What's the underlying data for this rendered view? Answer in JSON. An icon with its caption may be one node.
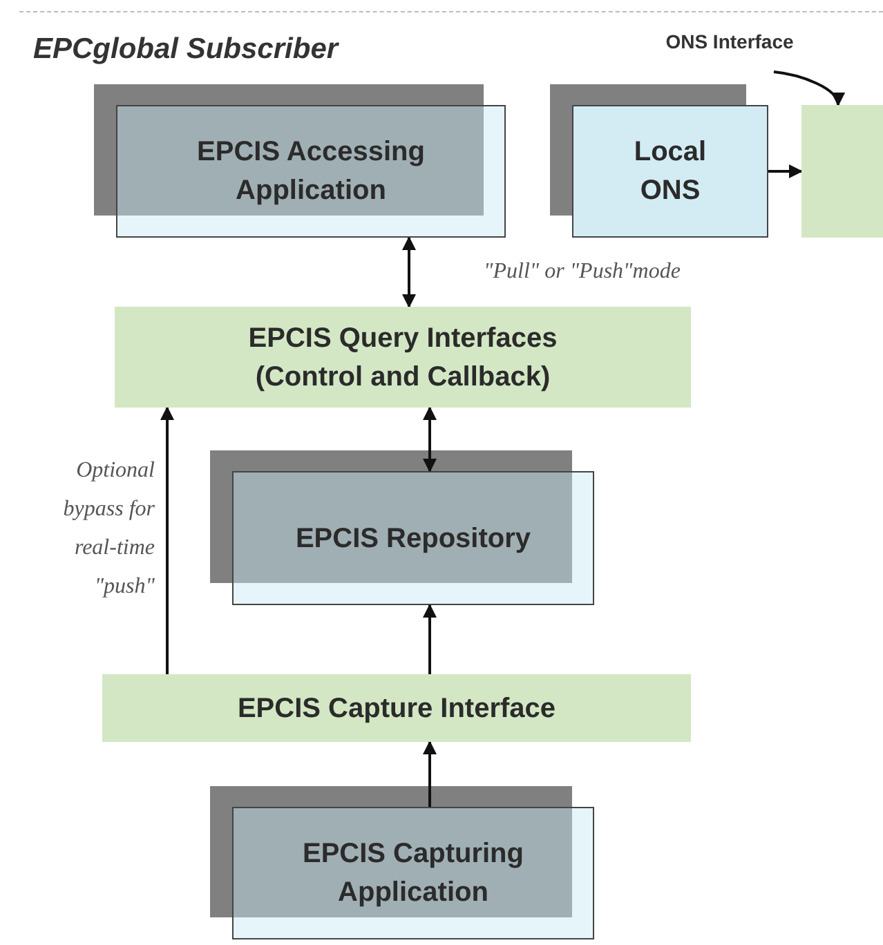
{
  "diagram": {
    "title": "EPCglobal Subscriber",
    "nodes": [
      {
        "text": [
          "EPCIS Accessing Application"
        ]
      },
      {
        "text": [
          "Local ONS"
        ]
      },
      {
        "text": [],
        "shape": "box"
      },
      {
        "text": [
          "EPCIS Query Interfaces (Control and Callback)"
        ]
      },
      {
        "text": [
          "EPCIS Repository"
        ]
      },
      {
        "text": [
          "EPCIS Capture Interface"
        ]
      },
      {
        "text": [
          "EPCIS Capturing Application"
        ]
      },
      {
        "text": [
          "ONS Interface"
        ]
      }
    ],
    "edges": [
      {
        "from": 0,
        "to": 3,
        "arrow": "both"
      },
      {
        "from": 1,
        "to": 2,
        "arrow": "to"
      },
      {
        "from": 3,
        "to": 4,
        "arrow": "both"
      },
      {
        "from": 5,
        "to": 4,
        "arrow": "to"
      },
      {
        "from": 6,
        "to": 5,
        "arrow": "to"
      },
      {
        "from": 5,
        "to": 3,
        "arrow": "to",
        "label": "Optional bypass for real-time \"push\""
      },
      {
        "from": 7,
        "to": 2,
        "arrow": "to"
      }
    ],
    "labels": [
      "\"Pull\" or \"Push\"mode"
    ]
  }
}
